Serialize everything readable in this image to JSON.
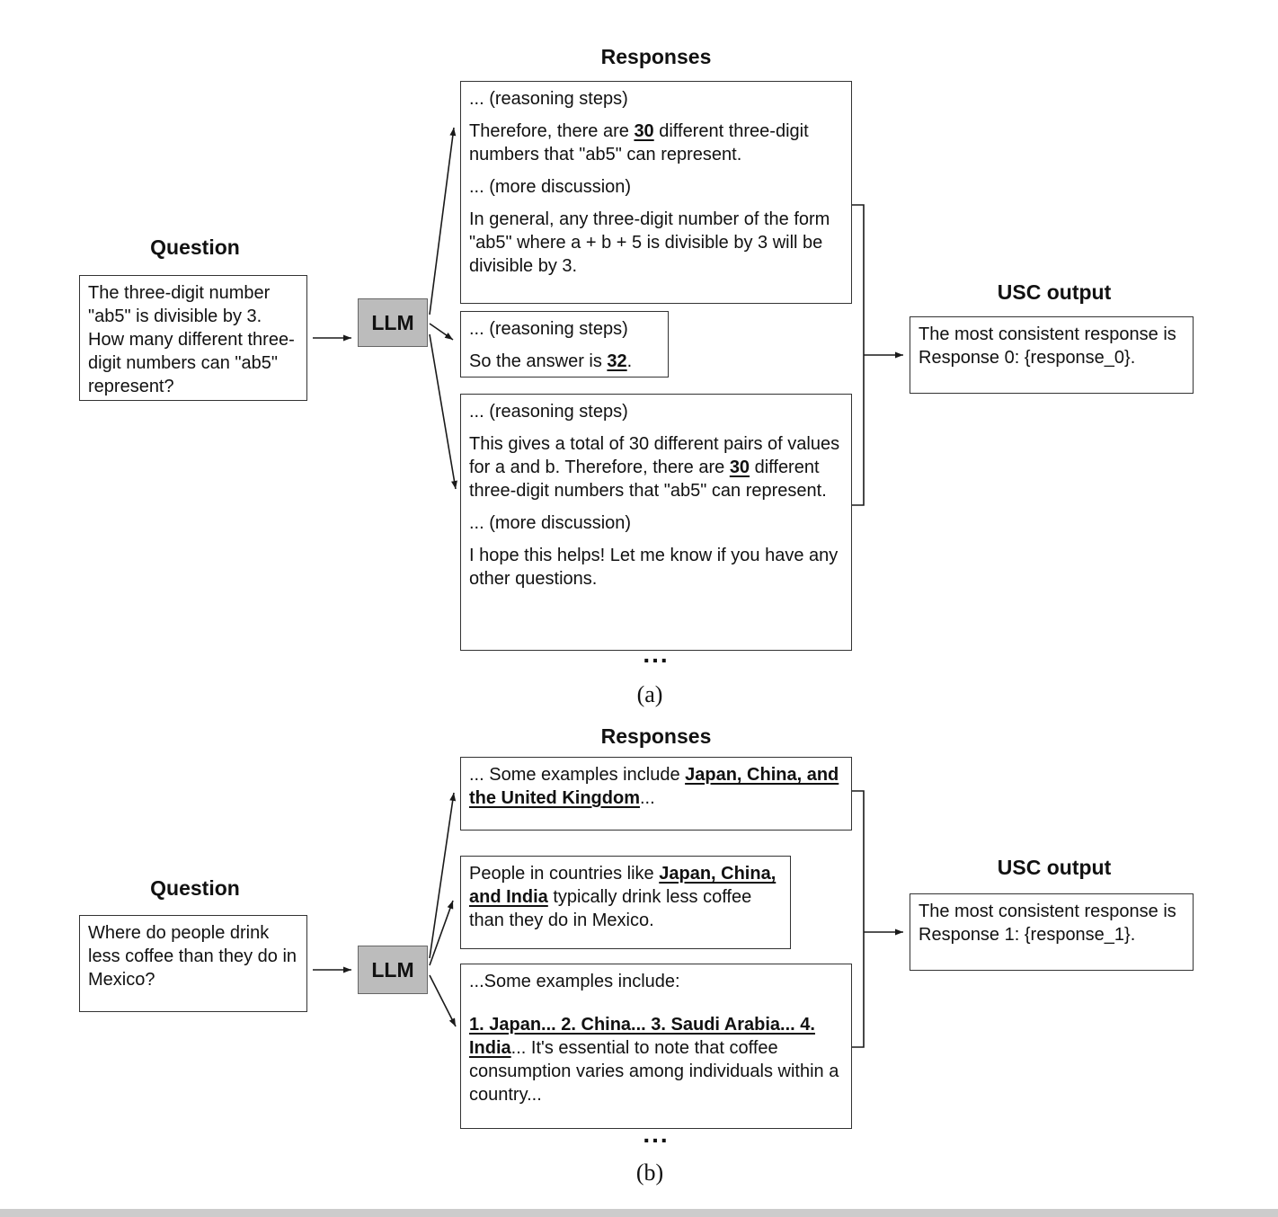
{
  "figure": {
    "colors": {
      "llm_box_fill": "#bcbcbc",
      "box_border": "#333333"
    },
    "panels": [
      {
        "caption": "(a)",
        "question_label": "Question",
        "responses_label": "Responses",
        "usc_label": "USC output",
        "llm_label": "LLM",
        "ellipsis": "...",
        "question": "The three-digit number \"ab5\" is divisible by 3. How many different three-digit numbers can \"ab5\" represent?",
        "responses": [
          {
            "paragraphs": [
              [
                {
                  "t": "... (reasoning steps)"
                }
              ],
              [
                {
                  "t": "Therefore, there are "
                },
                {
                  "t": "30",
                  "b": true,
                  "u": true
                },
                {
                  "t": " different three-digit numbers that \"ab5\" can represent."
                }
              ],
              [
                {
                  "t": "... (more discussion)"
                }
              ],
              [
                {
                  "t": "In general, any three-digit number of the form \"ab5\" where a + b + 5 is divisible by 3 will be divisible by 3."
                }
              ]
            ]
          },
          {
            "paragraphs": [
              [
                {
                  "t": "... (reasoning steps)"
                }
              ],
              [
                {
                  "t": "So the answer is "
                },
                {
                  "t": "32",
                  "b": true,
                  "u": true
                },
                {
                  "t": "."
                }
              ]
            ]
          },
          {
            "paragraphs": [
              [
                {
                  "t": "... (reasoning steps)"
                }
              ],
              [
                {
                  "t": "This gives a total of 30 different pairs of values for a and b. Therefore, there are "
                },
                {
                  "t": "30",
                  "b": true,
                  "u": true
                },
                {
                  "t": " different three-digit numbers that \"ab5\" can represent."
                }
              ],
              [
                {
                  "t": "... (more discussion)"
                }
              ],
              [
                {
                  "t": "I hope this helps! Let me know if you have any other questions."
                }
              ]
            ]
          }
        ],
        "usc_output": "The most consistent response is Response 0: {response_0}."
      },
      {
        "caption": "(b)",
        "question_label": "Question",
        "responses_label": "Responses",
        "usc_label": "USC output",
        "llm_label": "LLM",
        "ellipsis": "...",
        "question": "Where do people drink less coffee than they do in Mexico?",
        "responses": [
          {
            "paragraphs": [
              [
                {
                  "t": "... Some examples include "
                },
                {
                  "t": "Japan, China, and the United Kingdom",
                  "b": true,
                  "u": true
                },
                {
                  "t": "..."
                }
              ]
            ]
          },
          {
            "paragraphs": [
              [
                {
                  "t": "People in countries like "
                },
                {
                  "t": "Japan, China, and India",
                  "b": true,
                  "u": true
                },
                {
                  "t": " typically drink less coffee than they do in Mexico."
                }
              ]
            ]
          },
          {
            "paragraphs": [
              [
                {
                  "t": "...Some examples include:"
                }
              ],
              [
                {
                  "t": "1. Japan... 2. China... 3. Saudi Arabia... 4. India",
                  "b": true,
                  "u": true
                },
                {
                  "t": "... It's essential to note that coffee consumption varies among individuals within a country..."
                }
              ]
            ]
          }
        ],
        "usc_output": "The most consistent response is Response 1: {response_1}."
      }
    ]
  }
}
